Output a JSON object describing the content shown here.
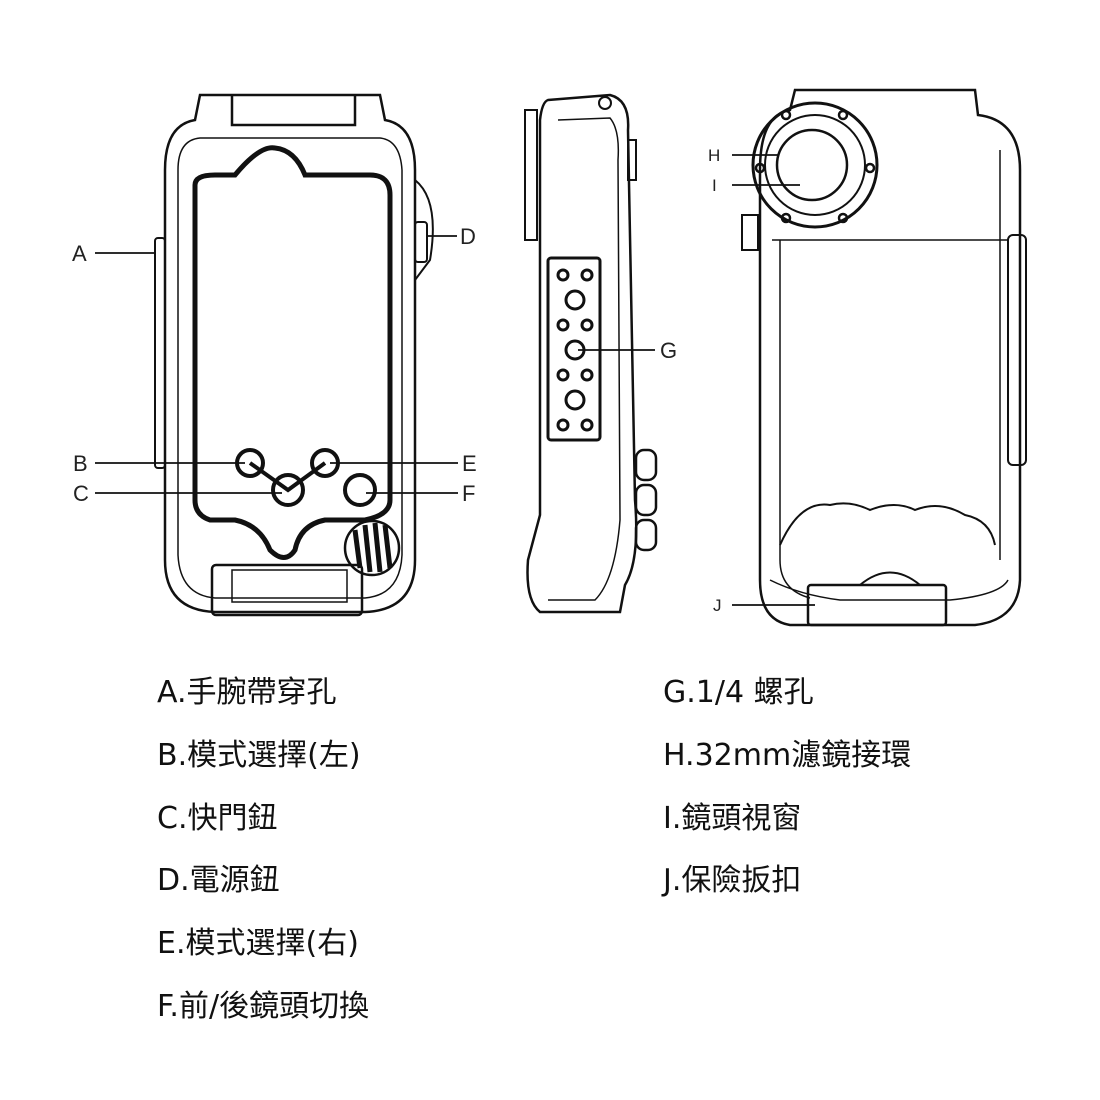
{
  "callouts": {
    "A": "A",
    "B": "B",
    "C": "C",
    "D": "D",
    "E": "E",
    "F": "F",
    "G": "G",
    "H": "H",
    "I": "I",
    "J": "J"
  },
  "legend_left": [
    "A.手腕帶穿孔",
    "B.模式選擇(左)",
    "C.快門鈕",
    "D.電源鈕",
    "E.模式選擇(右)",
    "F.前/後鏡頭切換"
  ],
  "legend_right": [
    "G.1/4 螺孔",
    "H.32mm濾鏡接環",
    "I.鏡頭視窗",
    "J.保險扳扣"
  ]
}
